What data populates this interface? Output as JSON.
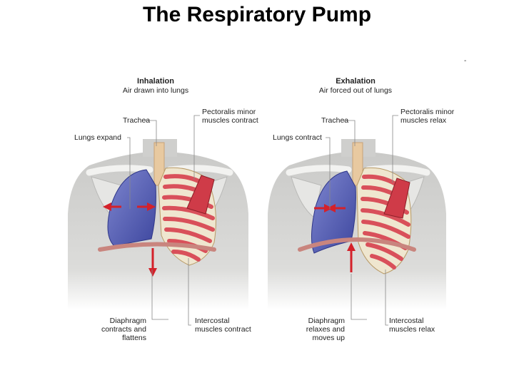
{
  "title": "The Respiratory Pump",
  "corner_mark": "-",
  "inhalation": {
    "heading": "Inhalation",
    "subheading": "Air drawn into lungs",
    "trachea": "Trachea",
    "lungs": "Lungs expand",
    "pectoralis": [
      "Pectoralis minor",
      "muscles contract"
    ],
    "diaphragm": [
      "Diaphragm",
      "contracts and",
      "flattens"
    ],
    "intercostal": [
      "Intercostal",
      "muscles contract"
    ]
  },
  "exhalation": {
    "heading": "Exhalation",
    "subheading": "Air forced out of lungs",
    "trachea": "Trachea",
    "lungs": "Lungs contract",
    "pectoralis": [
      "Pectoralis minor",
      "muscles relax"
    ],
    "diaphragm": [
      "Diaphragm",
      "relaxes and",
      "moves up"
    ],
    "intercostal": [
      "Intercostal",
      "muscles relax"
    ]
  },
  "colors": {
    "arrow": "#d4212a",
    "lung": "#5a64b8",
    "torso": "#d8d8d6",
    "muscle": "#d9505a",
    "bone": "#efe6cf",
    "leader": "#888888"
  }
}
